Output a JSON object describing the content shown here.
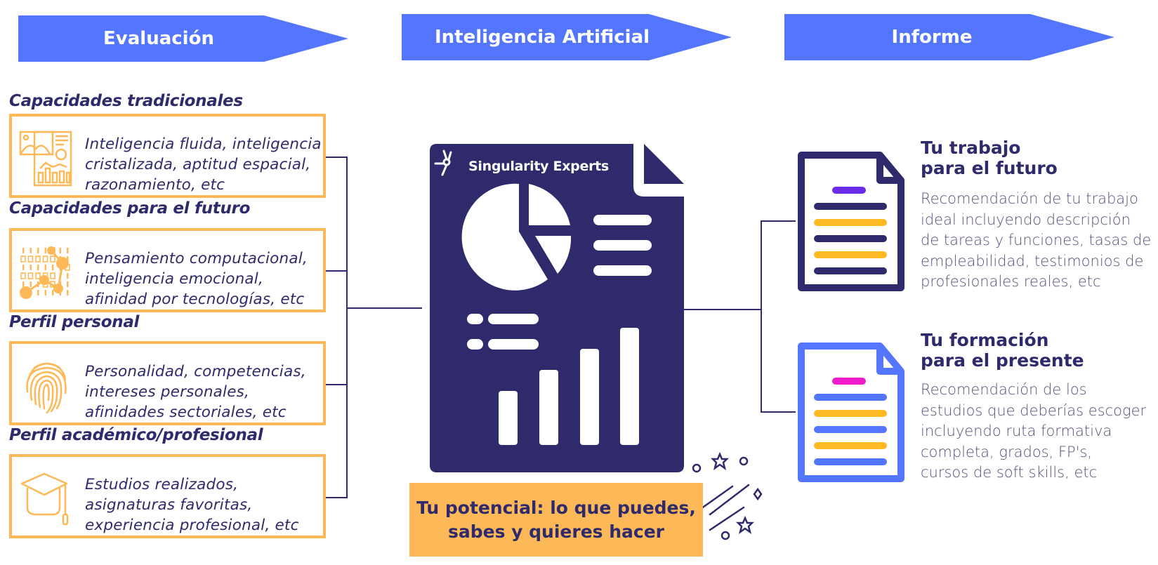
{
  "banners": [
    {
      "label": "Evaluación"
    },
    {
      "label": "Inteligencia Artificial"
    },
    {
      "label": "Informe"
    }
  ],
  "inputs": [
    {
      "title": "Capacidades tradicionales",
      "text": "Inteligencia fluida, inteligencia\ncristalizada, aptitud espacial,\nrazonamiento, etc",
      "icon": "data-report-icon"
    },
    {
      "title": "Capacidades para el futuro",
      "text": "Pensamiento computacional,\ninteligencia emocional,\nafinidad por tecnologías, etc",
      "icon": "binary-network-icon"
    },
    {
      "title": "Perfil personal",
      "text": "Personalidad, competencias,\nintereses personales,\nafinidades sectoriales, etc",
      "icon": "fingerprint-icon"
    },
    {
      "title": "Perfil académico/profesional",
      "text": "Estudios realizados,\nasignaturas favoritas,\nexperiencia profesional, etc",
      "icon": "graduation-cap-icon"
    }
  ],
  "ai": {
    "brand": "Singularity Experts",
    "potential": "Tu potencial: lo que puedes,\nsabes y quieres hacer"
  },
  "outputs": [
    {
      "title": "Tu trabajo\npara el futuro",
      "desc": "Recomendación de tu trabajo\nideal incluyendo descripción\nde tareas y funciones, tasas de\nempleabilidad, testimonios de\nprofesionales reales, etc"
    },
    {
      "title": "Tu formación\npara el presente",
      "desc": "Recomendación de los\nestudios que deberías escoger\nincluyendo ruta formativa\ncompleta, grados, FP's,\ncursos de soft skills, etc"
    }
  ],
  "colors": {
    "banner": "#5476ff",
    "navy": "#2f2a6b",
    "orange": "#fdb957",
    "yellow": "#fcbb24",
    "purple": "#6b2bea",
    "magenta": "#f21ccd"
  }
}
